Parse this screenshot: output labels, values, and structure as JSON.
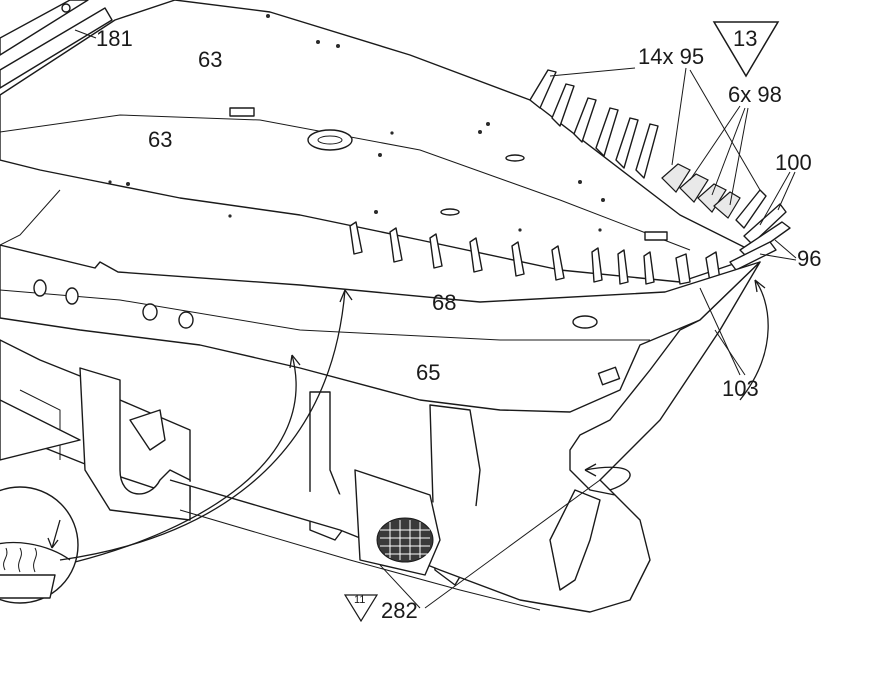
{
  "labels": {
    "p181": "181",
    "p63a": "63",
    "p63b": "63",
    "p95": "14x 95",
    "p98": "6x 98",
    "p100": "100",
    "p96": "96",
    "p68": "68",
    "p65": "65",
    "p103": "103",
    "p282": "282"
  },
  "step_badges": {
    "main": "13",
    "small": "11"
  },
  "colors": {
    "ink": "#1a1a1a",
    "paper": "#ffffff",
    "shade": "#e9e9e9"
  }
}
